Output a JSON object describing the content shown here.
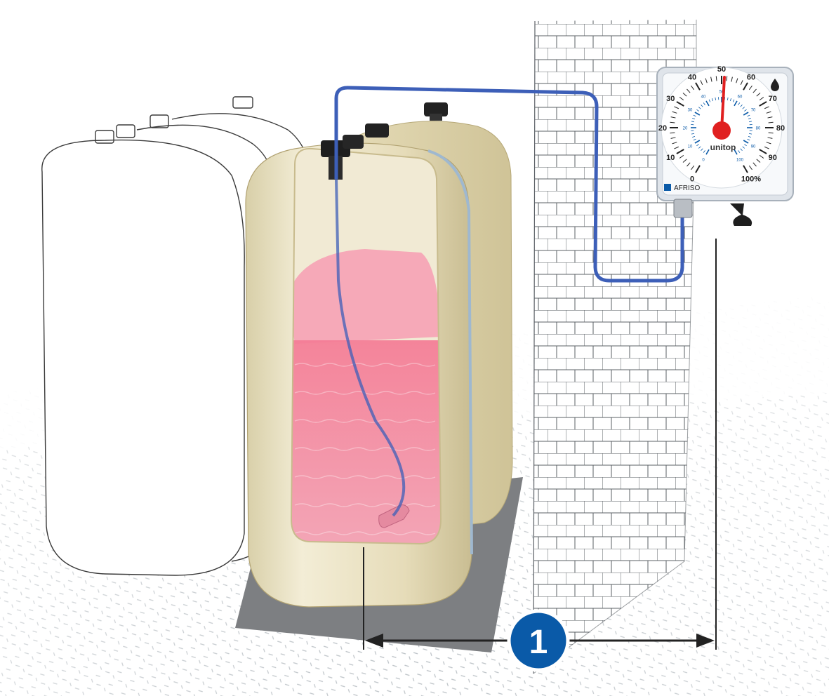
{
  "gauge": {
    "scale_outer": [
      "0",
      "10",
      "20",
      "30",
      "40",
      "50",
      "60",
      "70",
      "80",
      "90",
      "100%"
    ],
    "scale_inner": [
      "0",
      "10",
      "20",
      "30",
      "40",
      "50",
      "60",
      "70",
      "80",
      "90",
      "100"
    ],
    "brand_model": "unitop",
    "manufacturer": "AFRISO"
  },
  "callout": {
    "number": "1"
  },
  "colors": {
    "accent_blue": "#0a5aa8",
    "pointer_red": "#e02020",
    "tube_blue": "#3d5fb8",
    "liquid_pink": "#f06a8a",
    "tank_cream": "#e8e0c4"
  }
}
